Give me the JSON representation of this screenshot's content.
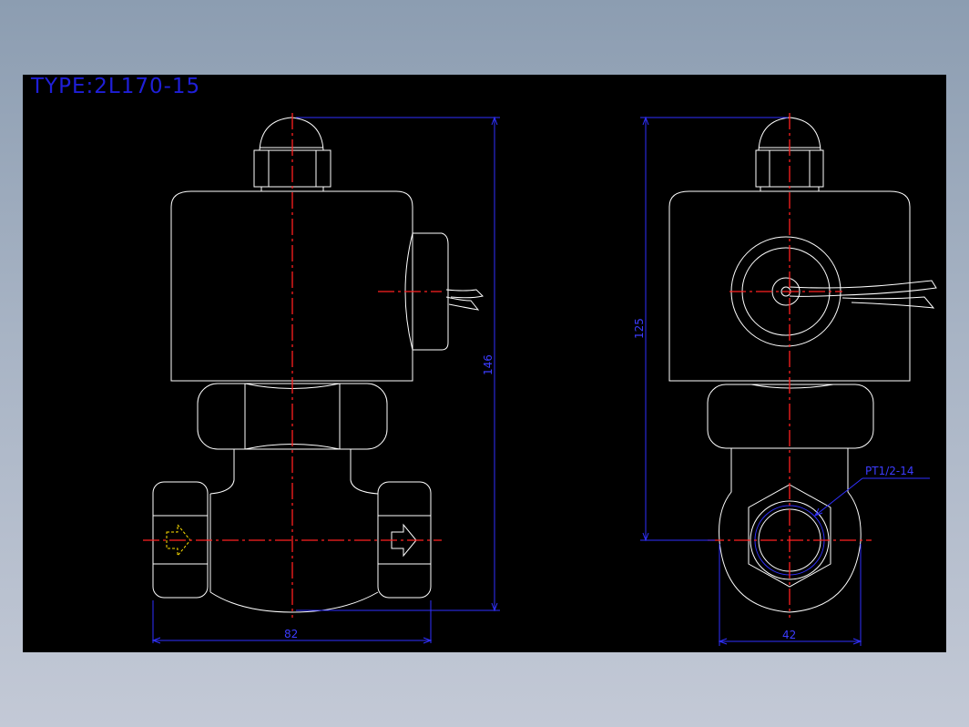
{
  "title": "TYPE:2L170-15",
  "dimensions": {
    "front_height": "146",
    "front_width": "82",
    "side_height": "125",
    "side_width": "42",
    "port_thread": "PT1/2-14"
  },
  "colors": {
    "background_outer": "#98a6b8",
    "viewport": "#000000",
    "outline": "#ffffff",
    "centerline": "#ff2020",
    "dimension": "#3030ff",
    "flow_arrow": "#ffe000"
  }
}
